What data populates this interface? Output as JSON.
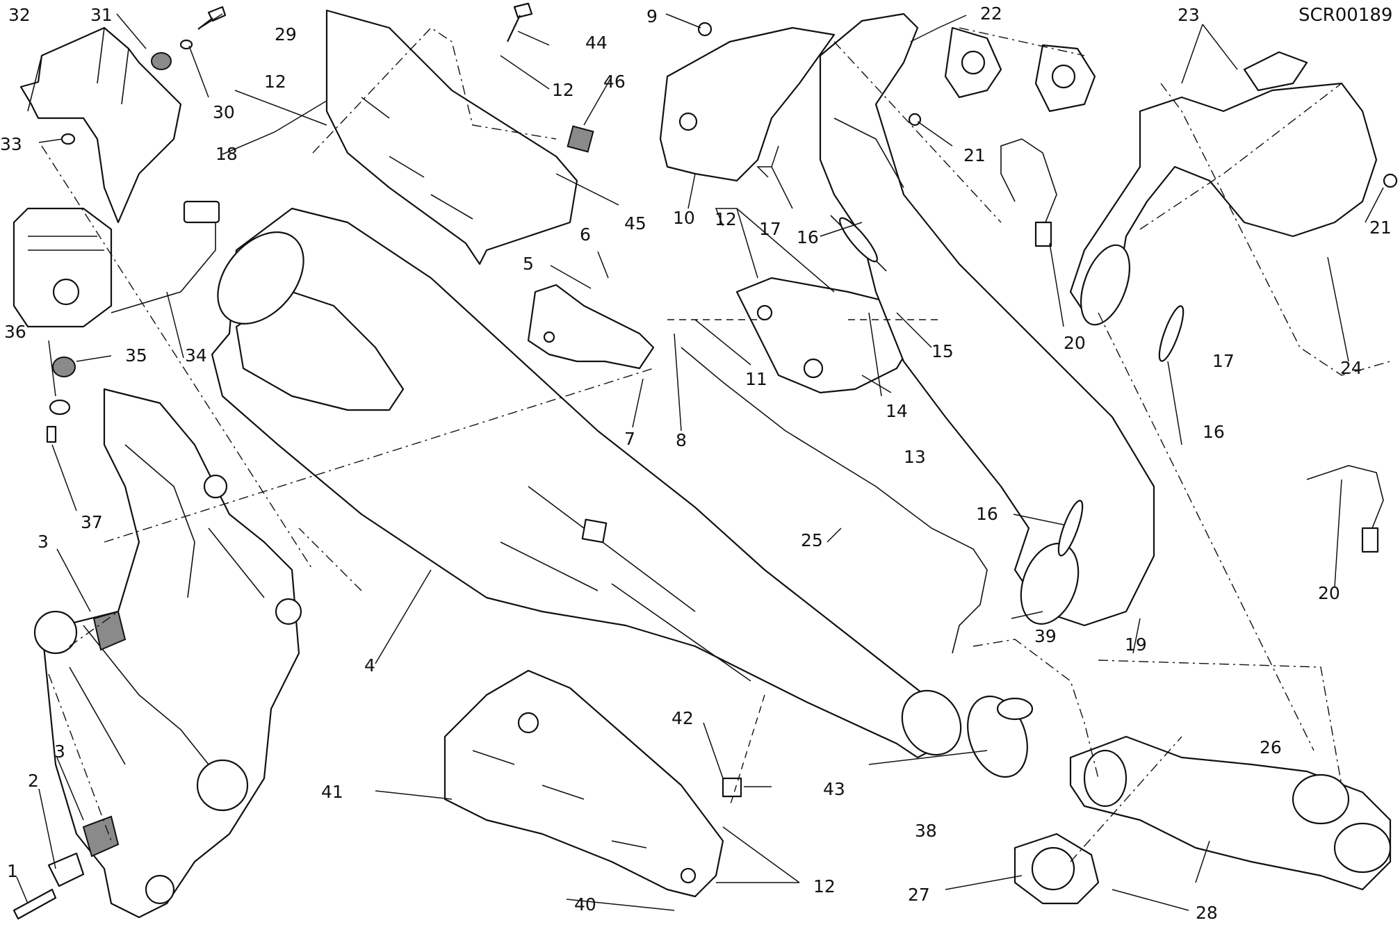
{
  "drawing_code": "SCR00189",
  "callouts": {
    "c1": "1",
    "c2": "2",
    "c3a": "3",
    "c3b": "3",
    "c4": "4",
    "c5": "5",
    "c6": "6",
    "c7": "7",
    "c8": "8",
    "c9": "9",
    "c10": "10",
    "c11": "11",
    "c12a": "12",
    "c12b": "12",
    "c12c": "12",
    "c12d": "12",
    "c13": "13",
    "c14": "14",
    "c15": "15",
    "c16a": "16",
    "c16b": "16",
    "c16c": "16",
    "c17a": "17",
    "c17b": "17",
    "c18": "18",
    "c19": "19",
    "c20a": "20",
    "c20b": "20",
    "c21a": "21",
    "c21b": "21",
    "c22": "22",
    "c23": "23",
    "c24": "24",
    "c25": "25",
    "c26": "26",
    "c27": "27",
    "c28": "28",
    "c29": "29",
    "c30": "30",
    "c31": "31",
    "c32": "32",
    "c33": "33",
    "c34": "34",
    "c35": "35",
    "c36": "36",
    "c37": "37",
    "c38": "38",
    "c39": "39",
    "c40": "40",
    "c41": "41",
    "c42": "42",
    "c43": "43",
    "c44": "44",
    "c45": "45",
    "c46": "46"
  }
}
